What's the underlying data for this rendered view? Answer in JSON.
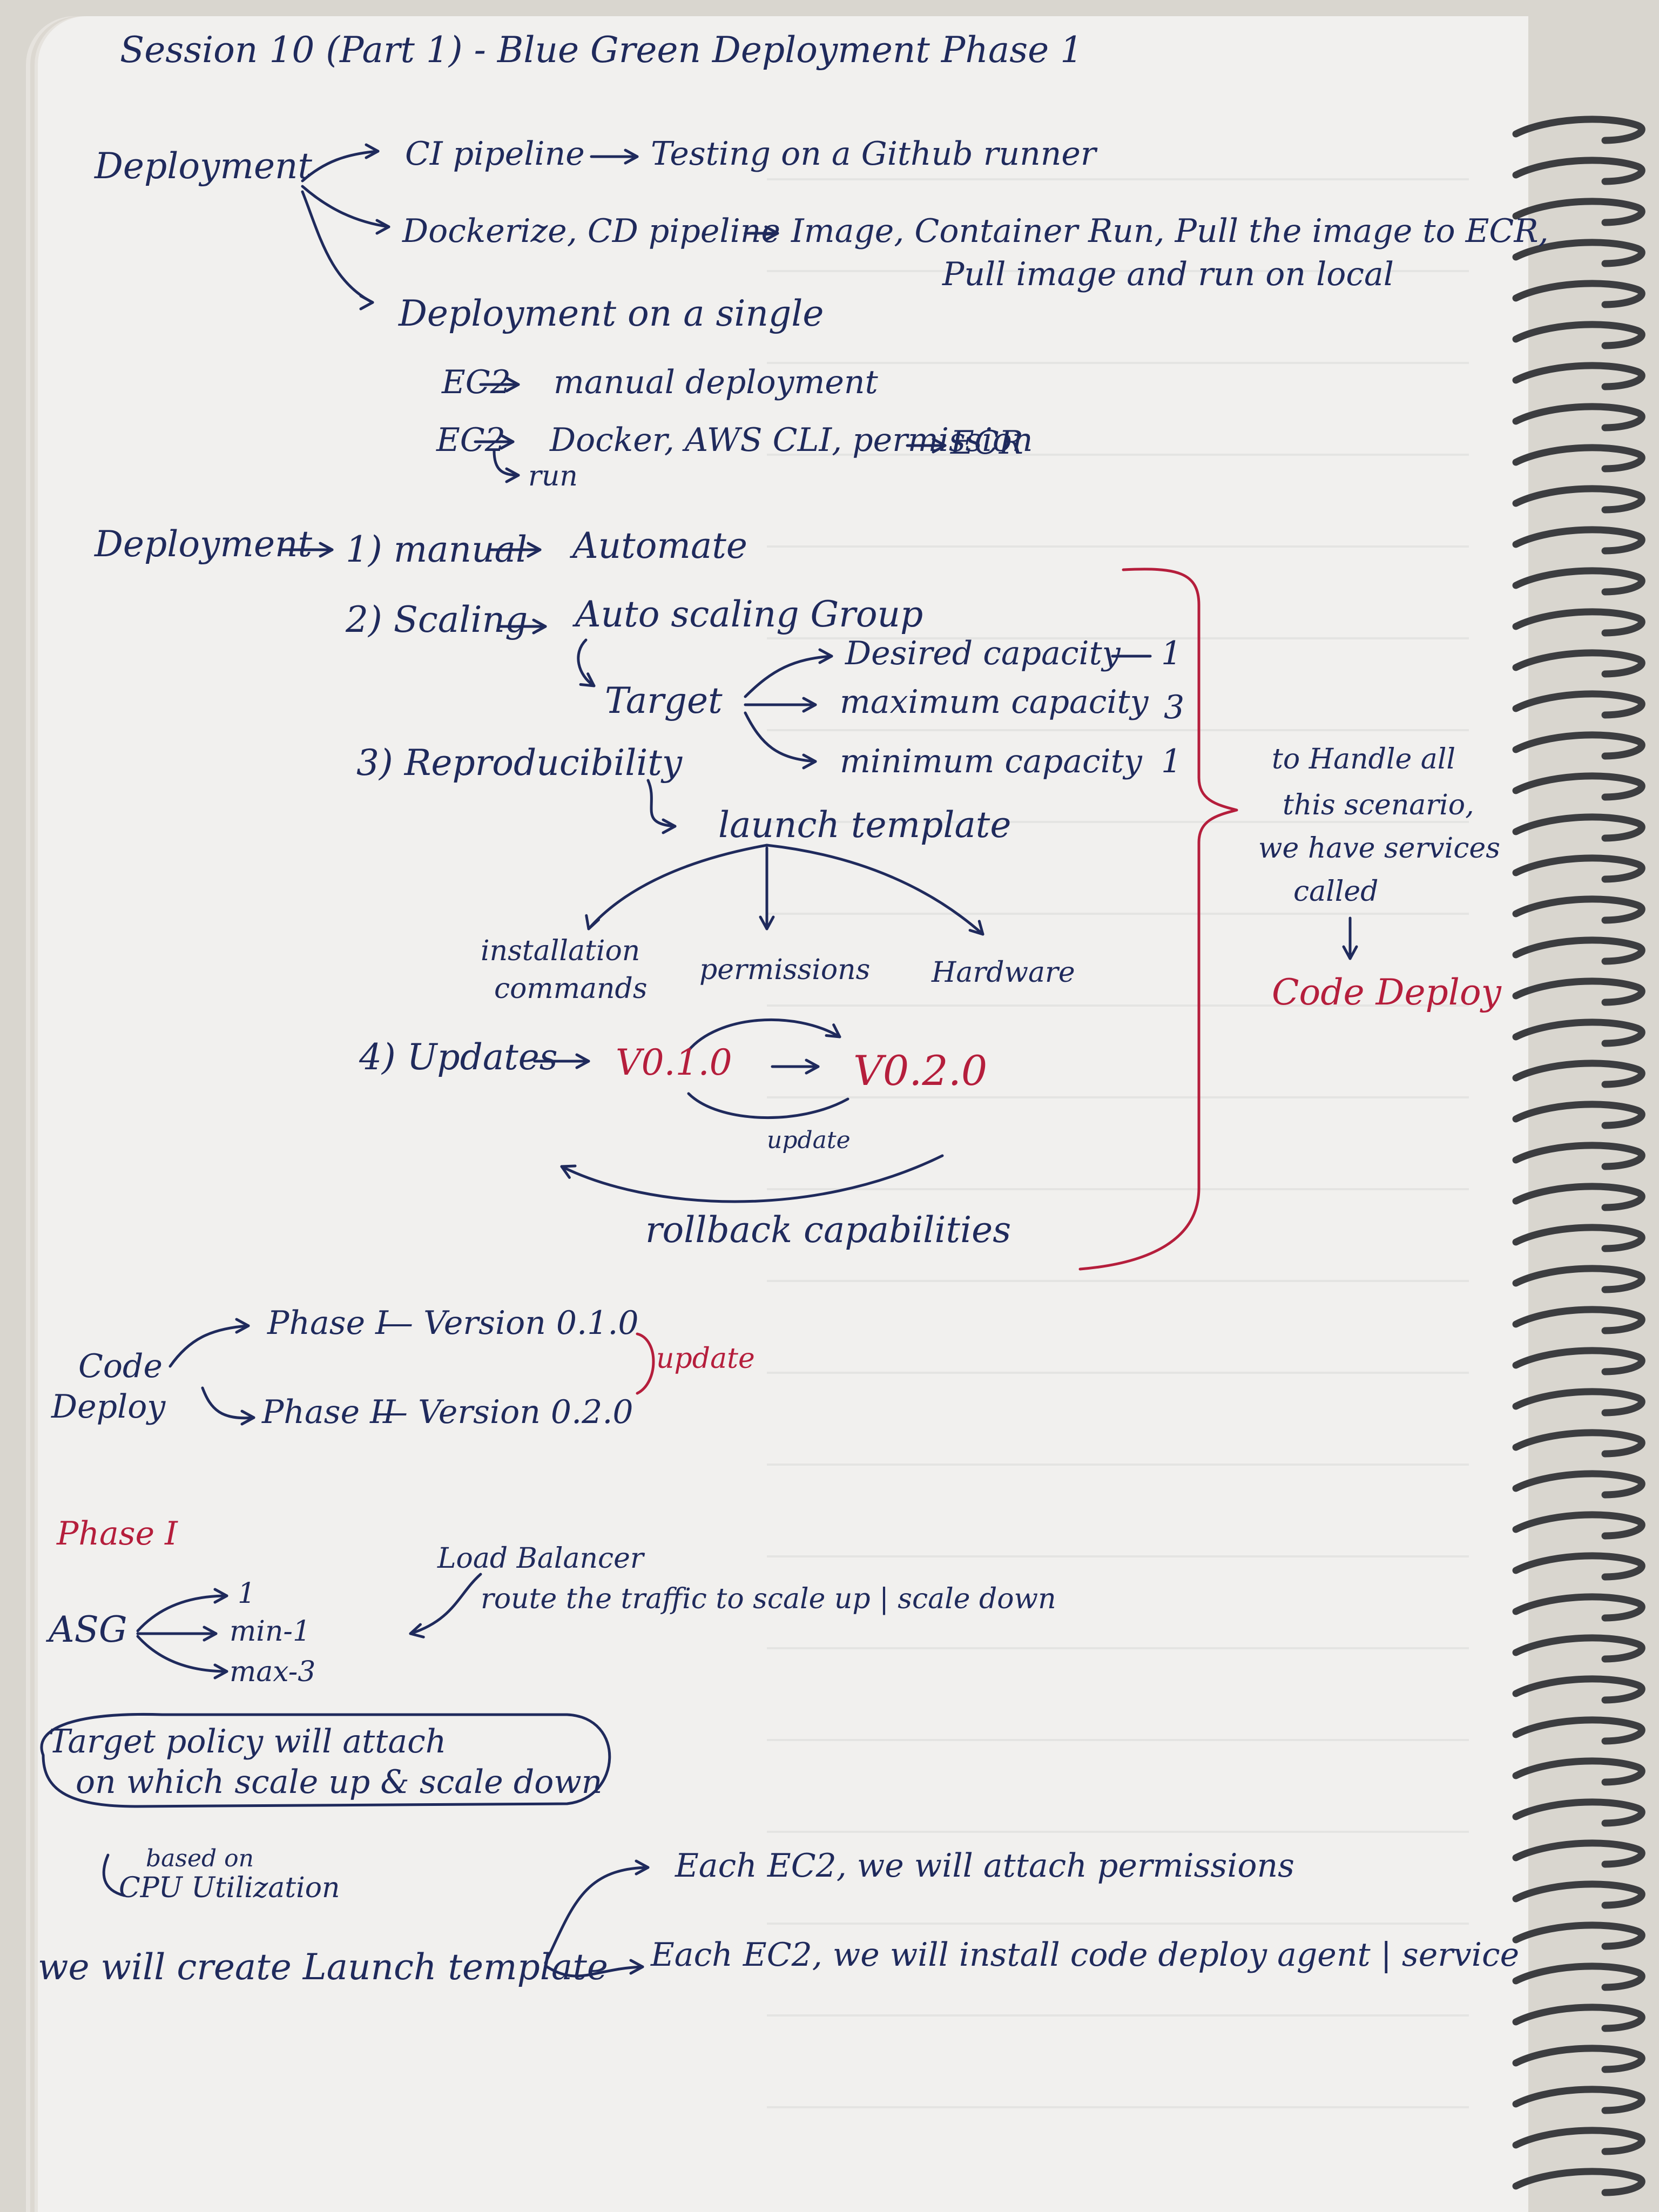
{
  "title": "Session 10 (Part 1) - Blue Green Deployment Phase 1",
  "section1": {
    "root": "Deployment",
    "branches": [
      {
        "head": "CI pipeline",
        "detail": "Testing on a Github runner"
      },
      {
        "head": "Dockerize, CD pipeline",
        "detail": "Image, Container Run, Pull the image to ECR,",
        "detail2": "Pull image and run on local"
      },
      {
        "head": "Deployment on a single"
      }
    ],
    "ec2_manual": {
      "ec2": "EC2",
      "text": "manual deployment"
    },
    "ec2_docker": {
      "ec2": "EC2",
      "text": "Docker, AWS CLI, permission",
      "ecr": "ECR",
      "run": "run"
    }
  },
  "section2": {
    "root": "Deployment",
    "manual": {
      "label": "1) manual",
      "target": "Automate"
    },
    "scaling": {
      "label": "2) Scaling",
      "asg": "Auto scaling Group",
      "target": "Target"
    },
    "capacities": [
      {
        "label": "Desired capacity",
        "value": "1"
      },
      {
        "label": "maximum capacity",
        "value": "3"
      },
      {
        "label": "minimum capacity",
        "value": "1"
      }
    ],
    "repro": {
      "label": "3) Reproducibility",
      "launch": "launch template"
    },
    "launch_children": {
      "install": "installation",
      "install2": "commands",
      "perm": "permissions",
      "hw": "Hardware"
    },
    "updates": {
      "label": "4) Updates",
      "v1": "V0.1.0",
      "v2": "V0.2.0",
      "update": "update",
      "rollback": "rollback capabilities"
    },
    "side_note": [
      "to Handle all",
      "this scenario,",
      "we have services",
      "called"
    ],
    "service": "Code Deploy"
  },
  "section3": {
    "code": "Code",
    "deploy": "Deploy",
    "phase1": {
      "label": "Phase I",
      "version": "— Version 0.1.0"
    },
    "phase2": {
      "label": "Phase II",
      "version": "— Version 0.2.0"
    },
    "update": "update"
  },
  "section4": {
    "phase_tag": "Phase I",
    "asg": "ASG",
    "asg_items": [
      "1",
      "min-1",
      "max-3"
    ],
    "lb_title": "Load Balancer",
    "lb_desc": "route the traffic to scale up | scale down",
    "policy": [
      "Target policy will attach",
      "on which scale up & scale down"
    ],
    "based_on": "based on",
    "cpu": "CPU Utilization",
    "launch_root": "we will create Launch template",
    "launch_items": [
      "Each EC2, we will attach permissions",
      "Each EC2, we will install code deploy agent | service"
    ]
  },
  "colors": {
    "ink": "#1f2a5c",
    "red": "#b51e3c",
    "paper": "#f1f0ee"
  }
}
